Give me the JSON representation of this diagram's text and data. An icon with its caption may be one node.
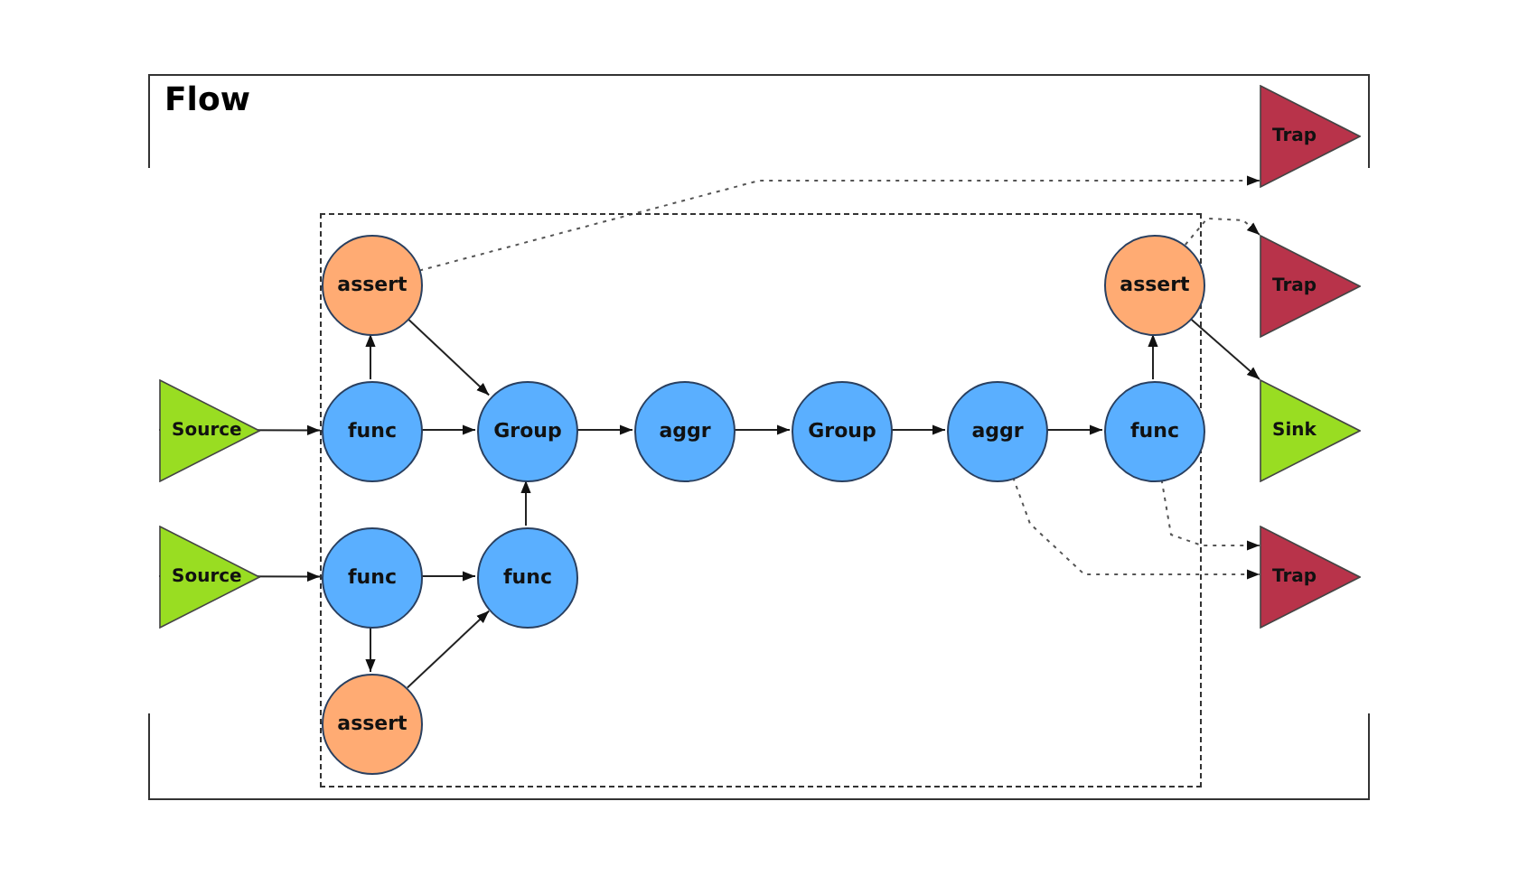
{
  "diagram": {
    "nodes": [
      {
        "text": [
          "Flow"
        ]
      },
      {
        "text": [],
        "shape": "box",
        "in": 0
      },
      {
        "text": [
          "Source"
        ],
        "in": 0
      },
      {
        "text": [
          "Source"
        ],
        "in": 0
      },
      {
        "text": [
          "assert"
        ],
        "in": 1
      },
      {
        "text": [
          "func"
        ],
        "in": 1
      },
      {
        "text": [
          "Group"
        ],
        "in": 1
      },
      {
        "text": [
          "aggr"
        ],
        "in": 1
      },
      {
        "text": [
          "Group"
        ],
        "in": 1
      },
      {
        "text": [
          "aggr"
        ],
        "in": 1
      },
      {
        "text": [
          "func"
        ],
        "in": 1
      },
      {
        "text": [
          "assert"
        ],
        "in": 1
      },
      {
        "text": [
          "func"
        ],
        "in": 1
      },
      {
        "text": [
          "func"
        ],
        "in": 1
      },
      {
        "text": [
          "assert"
        ],
        "in": 1
      },
      {
        "text": [
          "Trap"
        ],
        "in": 0
      },
      {
        "text": [
          "Trap"
        ],
        "in": 0
      },
      {
        "text": [
          "Sink"
        ],
        "in": 0
      },
      {
        "text": [
          "Trap"
        ],
        "in": 0
      }
    ],
    "edges": [
      {
        "from": 2,
        "to": 5,
        "arrow": "to"
      },
      {
        "from": 5,
        "to": 4,
        "arrow": "to"
      },
      {
        "from": 5,
        "to": 6,
        "arrow": "to"
      },
      {
        "from": 4,
        "to": 6,
        "arrow": "to"
      },
      {
        "from": 6,
        "to": 7,
        "arrow": "to"
      },
      {
        "from": 7,
        "to": 8,
        "arrow": "to"
      },
      {
        "from": 8,
        "to": 9,
        "arrow": "to"
      },
      {
        "from": 9,
        "to": 10,
        "arrow": "to"
      },
      {
        "from": 10,
        "to": 11,
        "arrow": "to"
      },
      {
        "from": 11,
        "to": 17,
        "arrow": "to"
      },
      {
        "from": 3,
        "to": 12,
        "arrow": "to"
      },
      {
        "from": 12,
        "to": 13,
        "arrow": "to"
      },
      {
        "from": 13,
        "to": 6,
        "arrow": "to"
      },
      {
        "from": 12,
        "to": 14,
        "arrow": "to"
      },
      {
        "from": 14,
        "to": 13,
        "arrow": "to"
      },
      {
        "from": 4,
        "to": 15,
        "arrow": "to",
        "style": "dashed"
      },
      {
        "from": 11,
        "to": 16,
        "arrow": "to",
        "style": "dashed"
      },
      {
        "from": 9,
        "to": 18,
        "arrow": "to",
        "style": "dashed"
      },
      {
        "from": 10,
        "to": 18,
        "arrow": "to",
        "style": "dashed"
      }
    ]
  }
}
